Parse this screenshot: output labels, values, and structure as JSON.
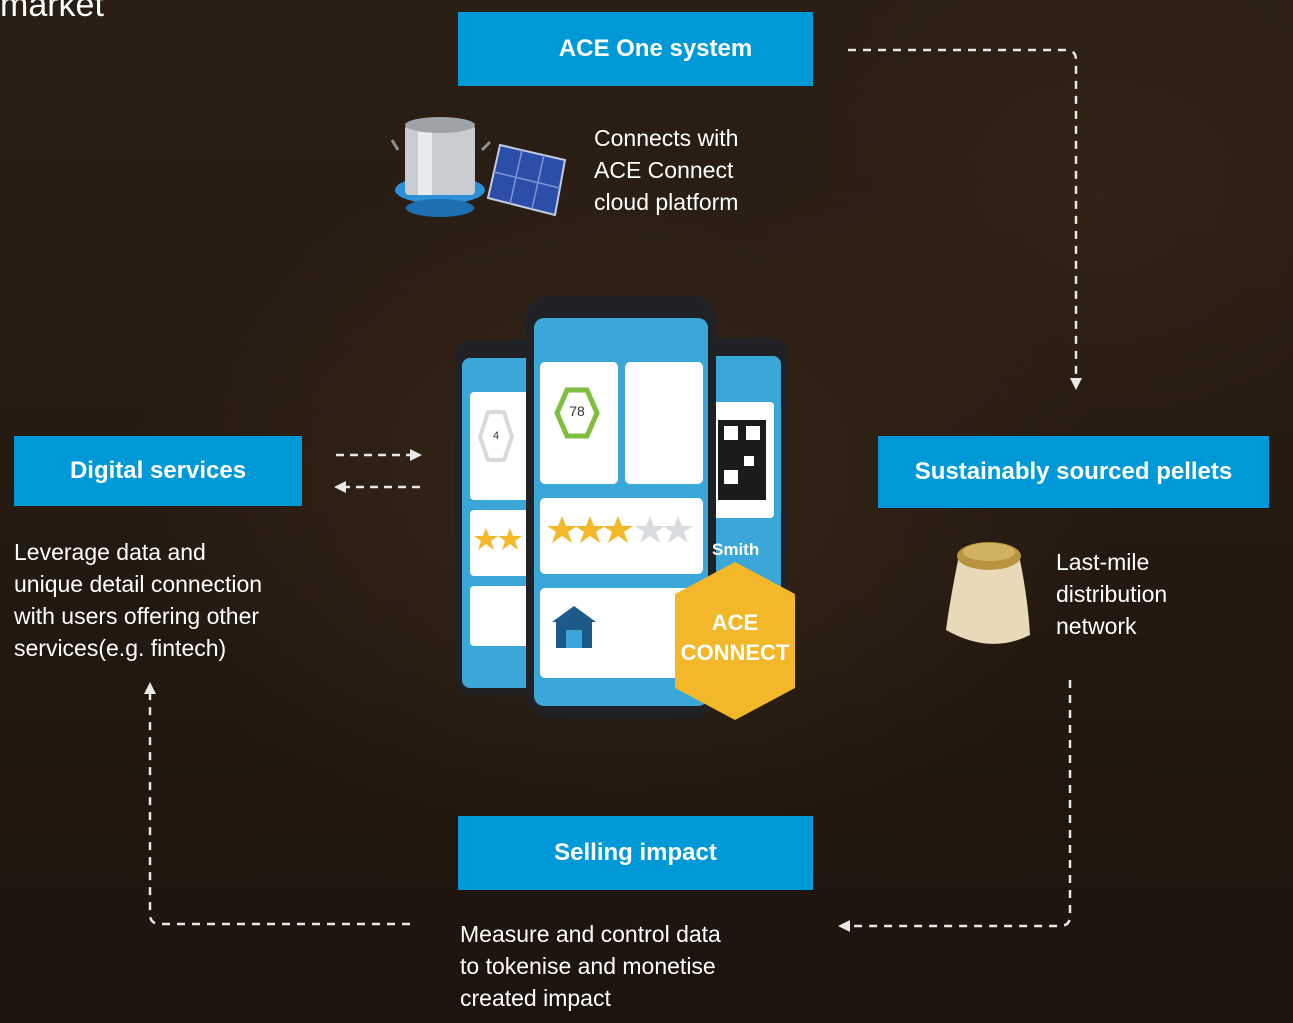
{
  "page_title": "market",
  "top_box": {
    "label": "ACE One system",
    "icon": "wifi-icon"
  },
  "top_desc": [
    "Connects with",
    "ACE Connect",
    "cloud platform"
  ],
  "left_box": {
    "label": "Digital services"
  },
  "left_desc": [
    "Leverage data and",
    "unique detail connection",
    "with users offering other",
    "services(e.g. fintech)"
  ],
  "right_box": {
    "label": "Sustainably sourced pellets"
  },
  "right_desc": [
    "Last-mile",
    "distribution",
    "network"
  ],
  "bottom_box": {
    "label": "Selling impact"
  },
  "bottom_desc": [
    "Measure and control data",
    "to tokenise and monetise",
    "created impact"
  ],
  "badge": {
    "line1": "ACE",
    "line2": "CONNECT"
  },
  "phone": {
    "score": "78",
    "small_score": "4",
    "name_fragment": "Smith"
  },
  "colors": {
    "accent_blue": "#0099d8",
    "badge_yellow": "#f2b82a",
    "background": "#261a11"
  }
}
